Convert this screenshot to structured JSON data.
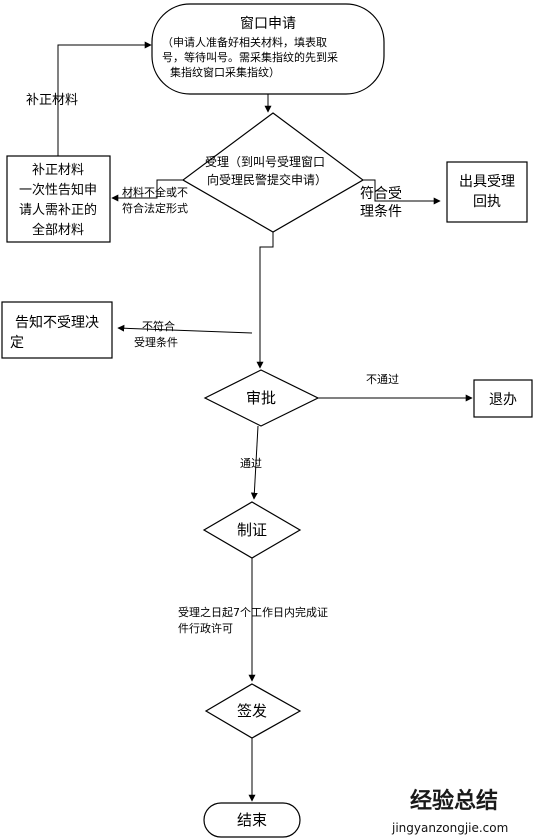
{
  "start": {
    "title": "窗口申请",
    "desc_lines": [
      "（申请人准备好相关材料，填表取",
      "号，等待叫号。需采集指纹的先到采",
      "集指纹窗口采集指纹）"
    ]
  },
  "accept": {
    "lines": [
      "受理（到叫号受理窗口",
      "向受理民警提交申请）"
    ]
  },
  "supplement_box": {
    "lines": [
      "补正材料",
      "一次性告知申",
      "请人需补正的",
      "全部材料"
    ]
  },
  "labels": {
    "supplement_loop": "补正材料",
    "incomplete": [
      "材料不全或不",
      "符合法定形式"
    ],
    "meets": [
      "符合受",
      "理条件"
    ],
    "not_meet": [
      "不符合",
      "受理条件"
    ],
    "not_pass": "不通过",
    "pass": "通过",
    "deadline": [
      "受理之日起7个工作日内完成证",
      "件行政许可"
    ]
  },
  "receipt_box": {
    "lines": [
      "出具受理",
      "回执"
    ]
  },
  "reject_box": {
    "lines": [
      "告知不受理决",
      "定"
    ]
  },
  "approve": {
    "label": "审批"
  },
  "refund_box": {
    "label": "退办"
  },
  "make": {
    "label": "制证"
  },
  "issue": {
    "label": "签发"
  },
  "end": {
    "label": "结束"
  },
  "watermark": {
    "cn": "经验总结",
    "en": "jingyanzongjie.com"
  },
  "colors": {
    "stroke": "#000000",
    "watermark_cn": "#1a1a1a",
    "watermark_accent": "#c0392b"
  }
}
